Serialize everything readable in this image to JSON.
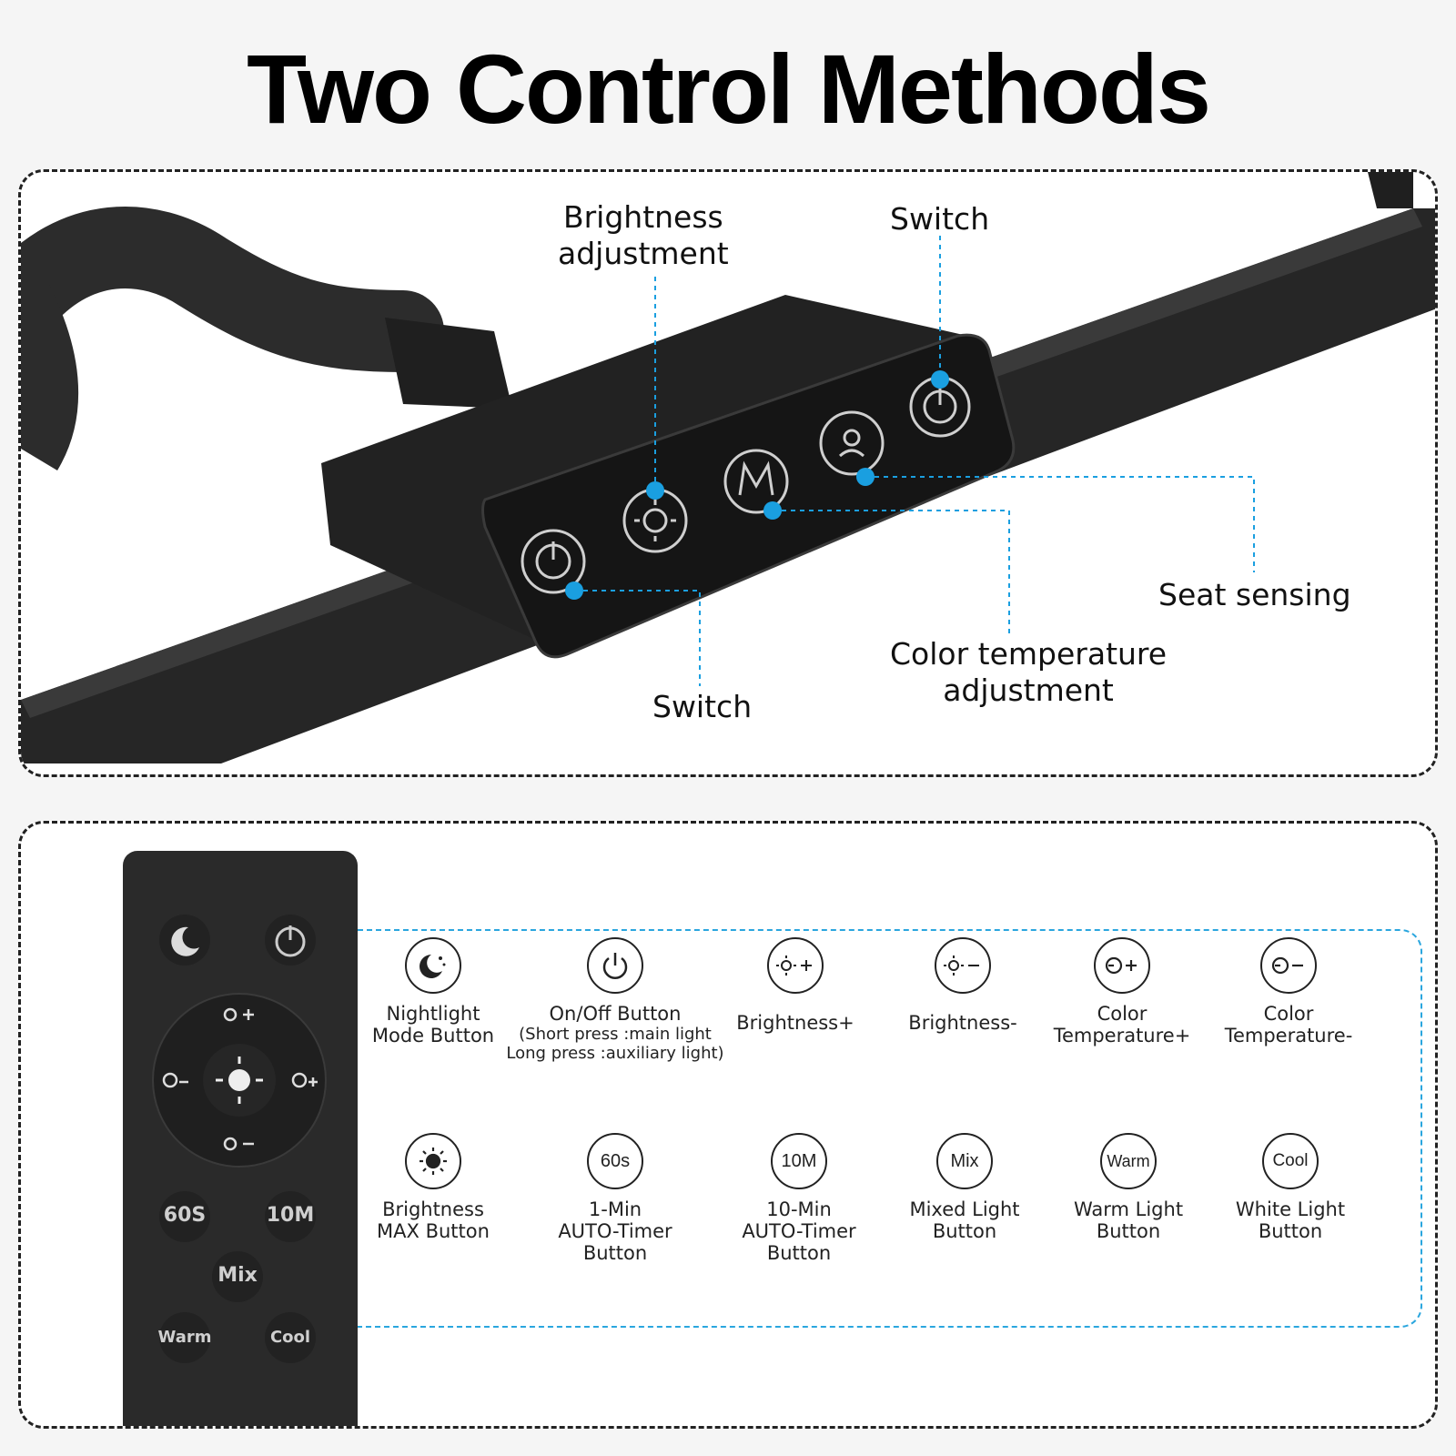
{
  "title": "Two Control Methods",
  "touch_panel": {
    "callouts": {
      "brightness": "Brightness\nadjustment",
      "switch_top": "Switch",
      "seat": "Seat sensing",
      "color_temp": "Color temperature\nadjustment",
      "switch_bottom": "Switch"
    },
    "buttons": [
      "power-icon",
      "brightness-icon",
      "mode-m-icon",
      "seat-sensor-icon",
      "power-icon"
    ]
  },
  "remote": {
    "buttons": {
      "t60": "60S",
      "t10": "10M",
      "mix": "Mix",
      "warm": "Warm",
      "cool": "Cool"
    }
  },
  "legend": {
    "row1": [
      {
        "icon": "moon-stars-icon",
        "label": "Nightlight\nMode Button"
      },
      {
        "icon": "power-icon",
        "label": "On/Off Button",
        "sub": "(Short press :main light\nLong press :auxiliary light)"
      },
      {
        "icon": "sun-plus-icon",
        "label": "Brightness+"
      },
      {
        "icon": "sun-minus-icon",
        "label": "Brightness-"
      },
      {
        "icon": "temp-plus-icon",
        "label": "Color\nTemperature+"
      },
      {
        "icon": "temp-minus-icon",
        "label": "Color\nTemperature-"
      }
    ],
    "row2": [
      {
        "icon": "sun-max-icon",
        "label": "Brightness\nMAX Button"
      },
      {
        "icon_text": "60s",
        "label": "1-Min\nAUTO-Timer\nButton"
      },
      {
        "icon_text": "10M",
        "label": "10-Min\nAUTO-Timer\nButton"
      },
      {
        "icon_text": "Mix",
        "label": "Mixed Light\nButton"
      },
      {
        "icon_text": "Warm",
        "label": "Warm Light\nButton"
      },
      {
        "icon_text": "Cool",
        "label": "White Light\nButton"
      }
    ]
  },
  "colors": {
    "accent": "#1a9fe0",
    "device": "#2b2b2b"
  }
}
